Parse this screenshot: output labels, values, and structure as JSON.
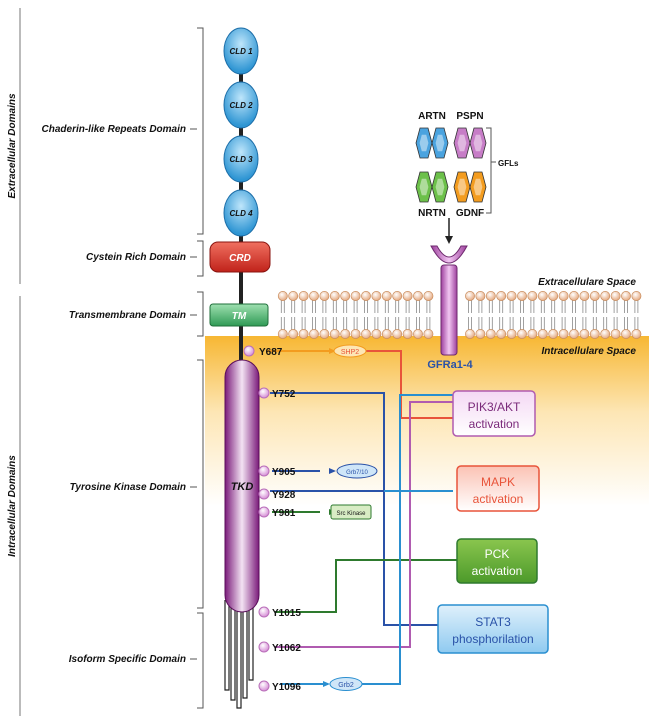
{
  "labels": {
    "extracellular_domains": "Extracellular Domains",
    "intracellular_domains": "Intracellular Domains",
    "cadherin_domain": "Chaderin-like Repeats Domain",
    "cysteine_domain": "Cystein Rich Domain",
    "transmembrane_domain": "Transmembrane Domain",
    "tk_domain": "Tyrosine Kinase Domain",
    "isoform_domain": "Isoform Specific Domain",
    "extracellular_space": "Extracellulare Space",
    "intracellular_space": "Intracellulare Space",
    "gfra": "GFRa1-4",
    "gfls": "GFLs"
  },
  "cld": [
    "CLD 1",
    "CLD 2",
    "CLD 3",
    "CLD 4"
  ],
  "crd": "CRD",
  "tm": "TM",
  "tkd": "TKD",
  "ligands": [
    {
      "name": "ARTN",
      "color": "#4aa3df"
    },
    {
      "name": "PSPN",
      "color": "#c77dc7"
    },
    {
      "name": "NRTN",
      "color": "#6cc04a"
    },
    {
      "name": "GDNF",
      "color": "#f39c1f"
    }
  ],
  "tyrosines": [
    "Y687",
    "Y752",
    "Y905",
    "Y928",
    "Y981",
    "Y1015",
    "Y1062",
    "Y1096"
  ],
  "adaptors": {
    "shp2": "SHP2",
    "grb7": "Grb7/10",
    "src": "Src Kinase",
    "grb2": "Grb2"
  },
  "pathways": {
    "pik3": {
      "title": "PIK3/AKT",
      "sub": "activation",
      "color": "#b05bb0"
    },
    "mapk": {
      "title": "MAPK",
      "sub": "activation",
      "color": "#e8543a"
    },
    "pck": {
      "title": "PCK",
      "sub": "activation",
      "color": "#2e7a2e"
    },
    "stat3": {
      "title": "STAT3",
      "sub": "phosphorilation",
      "color": "#2a52a8"
    }
  }
}
